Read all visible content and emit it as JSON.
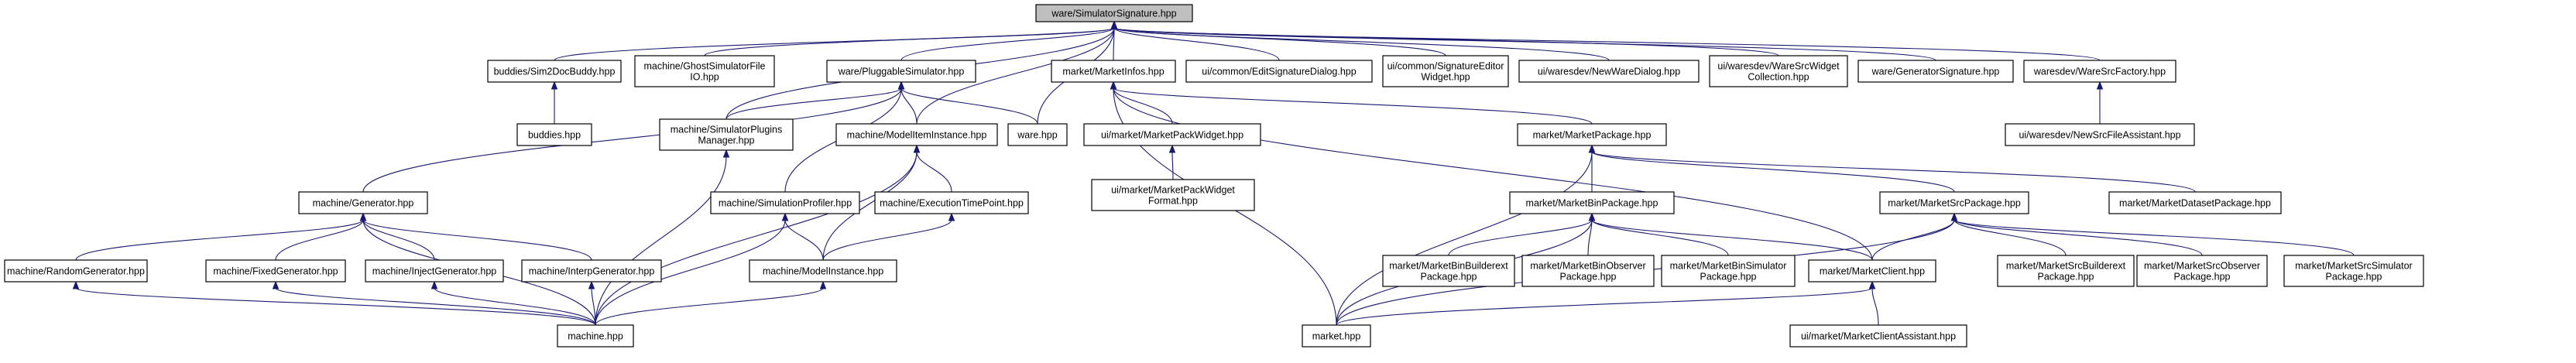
{
  "nodes": {
    "root": [
      "ware/SimulatorSignature.hpp"
    ],
    "sim2doc": [
      "buddies/Sim2DocBuddy.hpp"
    ],
    "ghost": [
      "machine/GhostSimulatorFile",
      "IO.hpp"
    ],
    "pluggable": [
      "ware/PluggableSimulator.hpp"
    ],
    "marketinfos": [
      "market/MarketInfos.hpp"
    ],
    "editsigdlg": [
      "ui/common/EditSignatureDialog.hpp"
    ],
    "sigeditor": [
      "ui/common/SignatureEditor",
      "Widget.hpp"
    ],
    "newware": [
      "ui/waresdev/NewWareDialog.hpp"
    ],
    "widgetcoll": [
      "ui/waresdev/WareSrcWidget",
      "Collection.hpp"
    ],
    "gensig": [
      "ware/GeneratorSignature.hpp"
    ],
    "factory": [
      "waresdev/WareSrcFactory.hpp"
    ],
    "buddies": [
      "buddies.hpp"
    ],
    "plugins": [
      "machine/SimulatorPlugins",
      "Manager.hpp"
    ],
    "modeliteminst": [
      "machine/ModelItemInstance.hpp"
    ],
    "warehpp": [
      "ware.hpp"
    ],
    "packwidget": [
      "ui/market/MarketPackWidget.hpp"
    ],
    "marketpackage": [
      "market/MarketPackage.hpp"
    ],
    "newsrcfile": [
      "ui/waresdev/NewSrcFileAssistant.hpp"
    ],
    "packwidgetfmt": [
      "ui/market/MarketPackWidget",
      "Format.hpp"
    ],
    "generator": [
      "machine/Generator.hpp"
    ],
    "profiler": [
      "machine/SimulationProfiler.hpp"
    ],
    "exectime": [
      "machine/ExecutionTimePoint.hpp"
    ],
    "binpackage": [
      "market/MarketBinPackage.hpp"
    ],
    "srcpackage": [
      "market/MarketSrcPackage.hpp"
    ],
    "datasetpkg": [
      "market/MarketDatasetPackage.hpp"
    ],
    "randomgen": [
      "machine/RandomGenerator.hpp"
    ],
    "fixedgen": [
      "machine/FixedGenerator.hpp"
    ],
    "injectgen": [
      "machine/InjectGenerator.hpp"
    ],
    "interpgen": [
      "machine/InterpGenerator.hpp"
    ],
    "modelinst": [
      "machine/ModelInstance.hpp"
    ],
    "binbuildext": [
      "market/MarketBinBuilderext",
      "Package.hpp"
    ],
    "binobserver": [
      "market/MarketBinObserver",
      "Package.hpp"
    ],
    "binsimulator": [
      "market/MarketBinSimulator",
      "Package.hpp"
    ],
    "marketclient": [
      "market/MarketClient.hpp"
    ],
    "srcbuildext": [
      "market/MarketSrcBuilderext",
      "Package.hpp"
    ],
    "srcobserver": [
      "market/MarketSrcObserver",
      "Package.hpp"
    ],
    "srcsimulator": [
      "market/MarketSrcSimulator",
      "Package.hpp"
    ],
    "machinehpp": [
      "machine.hpp"
    ],
    "markethpp": [
      "market.hpp"
    ],
    "clientassist": [
      "ui/market/MarketClientAssistant.hpp"
    ]
  },
  "edges": [
    [
      "sim2doc",
      "root"
    ],
    [
      "ghost",
      "root"
    ],
    [
      "pluggable",
      "root"
    ],
    [
      "marketinfos",
      "root"
    ],
    [
      "editsigdlg",
      "root"
    ],
    [
      "sigeditor",
      "root"
    ],
    [
      "newware",
      "root"
    ],
    [
      "widgetcoll",
      "root"
    ],
    [
      "gensig",
      "root"
    ],
    [
      "factory",
      "root"
    ],
    [
      "plugins",
      "root"
    ],
    [
      "modeliteminst",
      "root"
    ],
    [
      "warehpp",
      "root"
    ],
    [
      "buddies",
      "sim2doc"
    ],
    [
      "plugins",
      "pluggable"
    ],
    [
      "modeliteminst",
      "pluggable"
    ],
    [
      "warehpp",
      "pluggable"
    ],
    [
      "generator",
      "pluggable"
    ],
    [
      "profiler",
      "pluggable"
    ],
    [
      "packwidget",
      "marketinfos"
    ],
    [
      "marketpackage",
      "marketinfos"
    ],
    [
      "markethpp",
      "marketinfos"
    ],
    [
      "marketclient",
      "marketinfos"
    ],
    [
      "newsrcfile",
      "factory"
    ],
    [
      "machinehpp",
      "plugins"
    ],
    [
      "exectime",
      "modeliteminst"
    ],
    [
      "modelinst",
      "modeliteminst"
    ],
    [
      "machinehpp",
      "modeliteminst"
    ],
    [
      "packwidgetfmt",
      "packwidget"
    ],
    [
      "binpackage",
      "marketpackage"
    ],
    [
      "srcpackage",
      "marketpackage"
    ],
    [
      "datasetpkg",
      "marketpackage"
    ],
    [
      "markethpp",
      "marketpackage"
    ],
    [
      "randomgen",
      "generator"
    ],
    [
      "fixedgen",
      "generator"
    ],
    [
      "injectgen",
      "generator"
    ],
    [
      "interpgen",
      "generator"
    ],
    [
      "machinehpp",
      "generator"
    ],
    [
      "modelinst",
      "profiler"
    ],
    [
      "machinehpp",
      "profiler"
    ],
    [
      "modelinst",
      "exectime"
    ],
    [
      "binbuildext",
      "binpackage"
    ],
    [
      "binobserver",
      "binpackage"
    ],
    [
      "binsimulator",
      "binpackage"
    ],
    [
      "marketclient",
      "binpackage"
    ],
    [
      "markethpp",
      "binpackage"
    ],
    [
      "srcbuildext",
      "srcpackage"
    ],
    [
      "srcobserver",
      "srcpackage"
    ],
    [
      "srcsimulator",
      "srcpackage"
    ],
    [
      "marketclient",
      "srcpackage"
    ],
    [
      "markethpp",
      "srcpackage"
    ],
    [
      "machinehpp",
      "randomgen"
    ],
    [
      "machinehpp",
      "fixedgen"
    ],
    [
      "machinehpp",
      "injectgen"
    ],
    [
      "machinehpp",
      "interpgen"
    ],
    [
      "machinehpp",
      "modelinst"
    ],
    [
      "markethpp",
      "marketclient"
    ],
    [
      "clientassist",
      "marketclient"
    ]
  ],
  "colors": {
    "edge": "#191970",
    "root_fill": "#bfbfbf",
    "node_fill": "#ffffff",
    "node_border": "#000000"
  }
}
